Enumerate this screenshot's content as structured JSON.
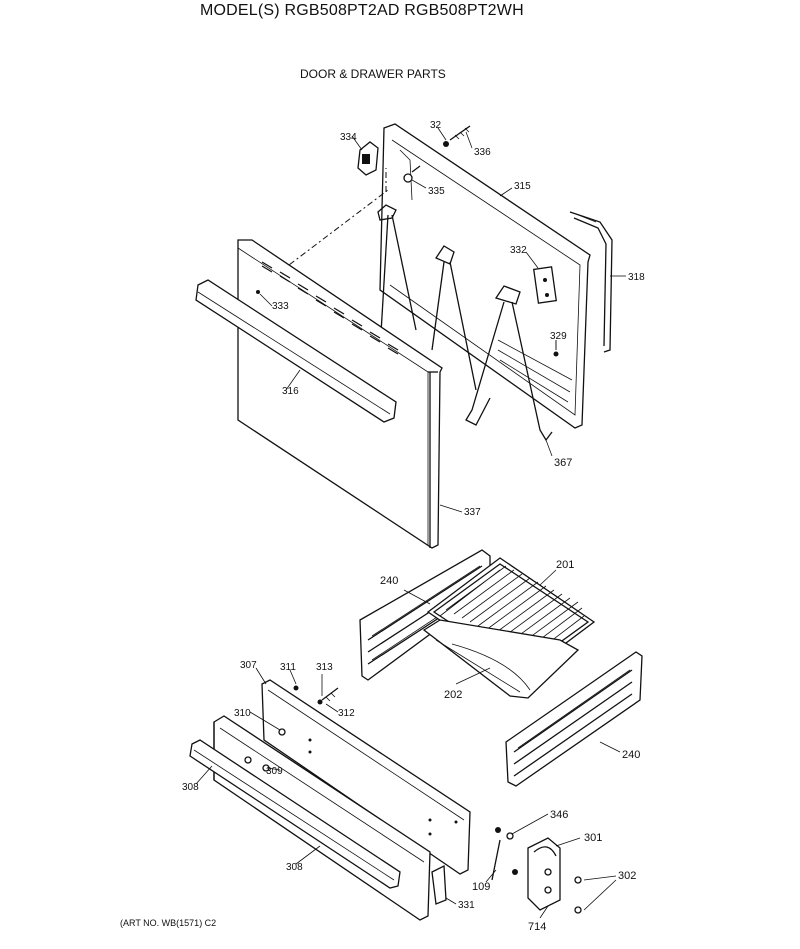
{
  "header": {
    "title": "MODEL(S) RGB508PT2AD  RGB508PT2WH",
    "subtitle": "DOOR & DRAWER PARTS"
  },
  "footer": {
    "art_no": "(ART NO. WB(1571) C2"
  },
  "callouts": {
    "c334": "334",
    "c32": "32",
    "c336": "336",
    "c335": "335",
    "c315": "315",
    "c332": "332",
    "c318": "318",
    "c333": "333",
    "c329": "329",
    "c316": "316",
    "c367": "367",
    "c337": "337",
    "c240a": "240",
    "c201": "201",
    "c307": "307",
    "c311": "311",
    "c313": "313",
    "c202": "202",
    "c310": "310",
    "c312": "312",
    "c308a": "308",
    "c309": "309",
    "c240b": "240",
    "c346": "346",
    "c301": "301",
    "c308b": "308",
    "c302": "302",
    "c109": "109",
    "c331": "331",
    "c714": "714"
  }
}
